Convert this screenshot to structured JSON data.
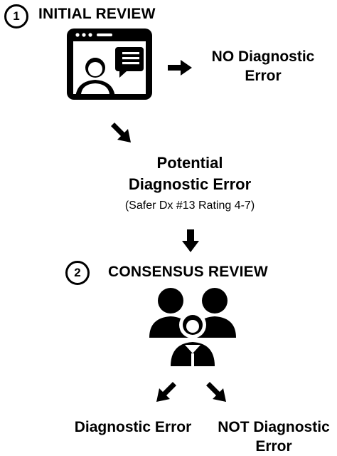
{
  "step1": {
    "number": "1",
    "title": "INITIAL REVIEW",
    "outcome_line1": "NO Diagnostic",
    "outcome_line2": "Error"
  },
  "potential": {
    "line1": "Potential",
    "line2": "Diagnostic Error",
    "note": "(Safer Dx #13 Rating 4-7)"
  },
  "step2": {
    "number": "2",
    "title": "CONSENSUS REVIEW"
  },
  "outcomes": {
    "left": "Diagnostic Error",
    "right_line1": "NOT Diagnostic",
    "right_line2": "Error"
  },
  "icons": {
    "reviewer": "reviewer-at-screen-icon",
    "group": "group-of-people-icon",
    "arrow": "arrow-icon"
  },
  "colors": {
    "ink": "#000000",
    "background": "#ffffff"
  }
}
